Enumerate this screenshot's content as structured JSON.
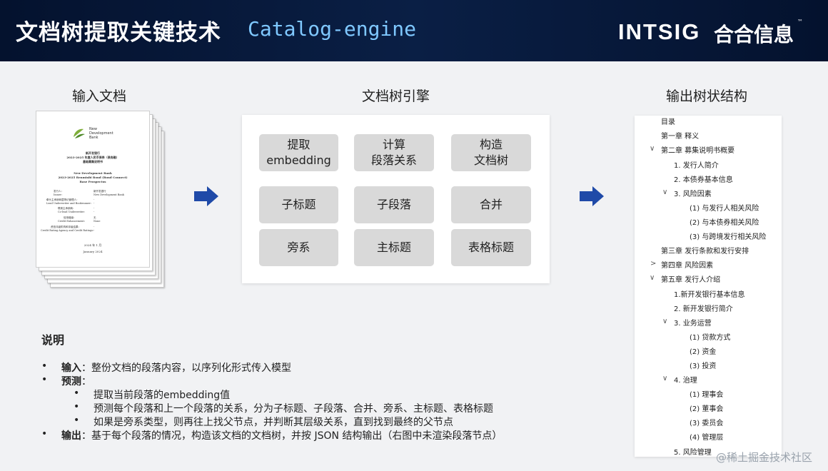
{
  "header": {
    "title_cn": "文档树提取关键技术",
    "title_en": "Catalog-engine",
    "logo_text": "INTSIG",
    "logo_cn": "合合信息",
    "logo_tm": "™"
  },
  "labels": {
    "input_doc": "输入文档",
    "engine": "文档树引擎",
    "output": "输出树状结构"
  },
  "doc_preview": {
    "bank_name": [
      "New",
      "Development",
      "Bank"
    ],
    "lines": [
      "新开发银行",
      "2023-2025 年度人民币债券（债务融）",
      "基础募集说明书",
      "New Development Bank",
      "2023-2025 Renminbi Bond (Bond Connect)",
      "Base Prospectus"
    ],
    "kv": [
      [
        "发行人：",
        "新开发银行"
      ],
      [
        "Issuer：",
        "New Development Bank"
      ],
      [
        "牵头主承销商暨簿记管理人：",
        "-"
      ],
      [
        "Lead Underwriter and Bookrunner：",
        "-"
      ],
      [
        "联席主承销商：",
        "-"
      ],
      [
        "Co-lead Underwriter：",
        "-"
      ],
      [
        "信用增级：",
        "无"
      ],
      [
        "Credit Enhancement：",
        "None"
      ],
      [
        "资信评级机构和评级结果：",
        "-"
      ],
      [
        "Credit Rating Agency and Credit Ratings：",
        "-"
      ]
    ],
    "date_cn": "2024 年 1 月",
    "date_en": "January 2024"
  },
  "engine": {
    "buttons": [
      "提取\nembedding",
      "计算\n段落关系",
      "构造\n文档树",
      "子标题",
      "子段落",
      "合并",
      "旁系",
      "主标题",
      "表格标题"
    ]
  },
  "tree": [
    {
      "text": "目录",
      "caret": ""
    },
    {
      "text": "第一章  释义",
      "caret": ""
    },
    {
      "text": "第二章  募集说明书概要",
      "caret": "∨"
    },
    {
      "text": "1.  发行人简介",
      "caret": ""
    },
    {
      "text": "2.  本债券基本信息",
      "caret": ""
    },
    {
      "text": "3.  风险因素",
      "caret": "∨"
    },
    {
      "text": "(1)  与发行人相关风险",
      "caret": ""
    },
    {
      "text": "(2)  与本债券相关风险",
      "caret": ""
    },
    {
      "text": "(3)  与跨境发行相关风险",
      "caret": ""
    },
    {
      "text": "第三章  发行条款和发行安排",
      "caret": ""
    },
    {
      "text": "第四章  风险因素",
      "caret": ">"
    },
    {
      "text": "第五章  发行人介绍",
      "caret": "∨"
    },
    {
      "text": "1.新开发银行基本信息",
      "caret": ""
    },
    {
      "text": "2.  新开发银行简介",
      "caret": ""
    },
    {
      "text": "3.  业务运营",
      "caret": "∨"
    },
    {
      "text": "(1)  贷款方式",
      "caret": ""
    },
    {
      "text": "(2)  资金",
      "caret": ""
    },
    {
      "text": "(3)  投资",
      "caret": ""
    },
    {
      "text": "4.  治理",
      "caret": "∨"
    },
    {
      "text": "(1)  理事会",
      "caret": ""
    },
    {
      "text": "(2)  董事会",
      "caret": ""
    },
    {
      "text": "(3)  委员会",
      "caret": ""
    },
    {
      "text": "(4)  管理层",
      "caret": ""
    },
    {
      "text": "5.  风险管理",
      "caret": ""
    }
  ],
  "notes": {
    "title": "说明",
    "items": [
      {
        "bold": "输入",
        "text": "：整份文档的段落内容，以序列化形式传入模型"
      },
      {
        "bold": "预测",
        "text": "："
      },
      {
        "bold": "",
        "text": "提取当前段落的embedding值"
      },
      {
        "bold": "",
        "text": "预测每个段落和上一个段落的关系，分为子标题、子段落、合并、旁系、主标题、表格标题"
      },
      {
        "bold": "",
        "text": "如果是旁系类型，则再往上找父节点，并判断其层级关系，直到找到最终的父节点"
      },
      {
        "bold": "输出",
        "text": "：基于每个段落的情况，构造该文档的文档树，并按 JSON 结构输出（右图中未渲染段落节点）"
      }
    ]
  },
  "watermark": "@稀土掘金技术社区",
  "colors": {
    "header_bg": "#061633",
    "title_en": "#7fc8ff",
    "arrow": "#1f4aa8",
    "button_bg": "#d9d9d9"
  }
}
